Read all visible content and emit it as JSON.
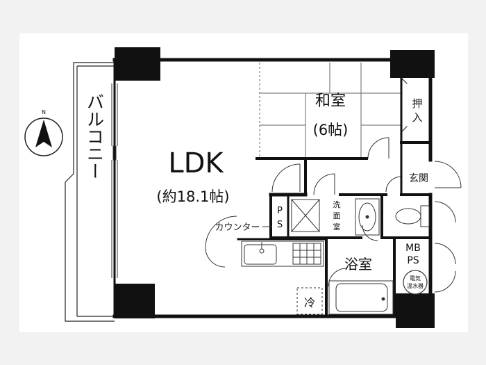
{
  "labels": {
    "ldk": "LDK",
    "ldk_area": "(約18.1帖)",
    "washitsu": "和室",
    "washitsu_area": "(6帖)",
    "oshiire_1": "押",
    "oshiire_2": "入",
    "genkan": "玄関",
    "balcony": "バルコニー",
    "counter": "カウンター",
    "ps_1": "P",
    "ps_2": "S",
    "senmen_1": "洗",
    "senmen_2": "面",
    "senmen_3": "室",
    "yokushitsu": "浴室",
    "mbps_1": "MB",
    "mbps_2": "PS",
    "heater_1": "電気",
    "heater_2": "温水器",
    "fridge": "冷",
    "north": "N"
  }
}
